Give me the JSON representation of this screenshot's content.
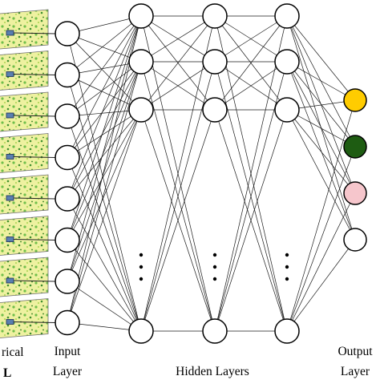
{
  "labels": {
    "input_line1": "Input",
    "input_line2": "Layer",
    "hidden": "Hidden Layers",
    "output_line1": "Output",
    "output_line2": "Layer",
    "left_partial_line1": "rical",
    "left_partial_line2": "L"
  },
  "network": {
    "input_nodes": 8,
    "hidden_layers": 3,
    "hidden_visible_nodes": 4,
    "output_nodes": 4,
    "output_colors": [
      "#ffcc00",
      "#1e5c12",
      "#f6c6cc",
      "#ffffff"
    ]
  },
  "input_images": {
    "count": 8
  }
}
